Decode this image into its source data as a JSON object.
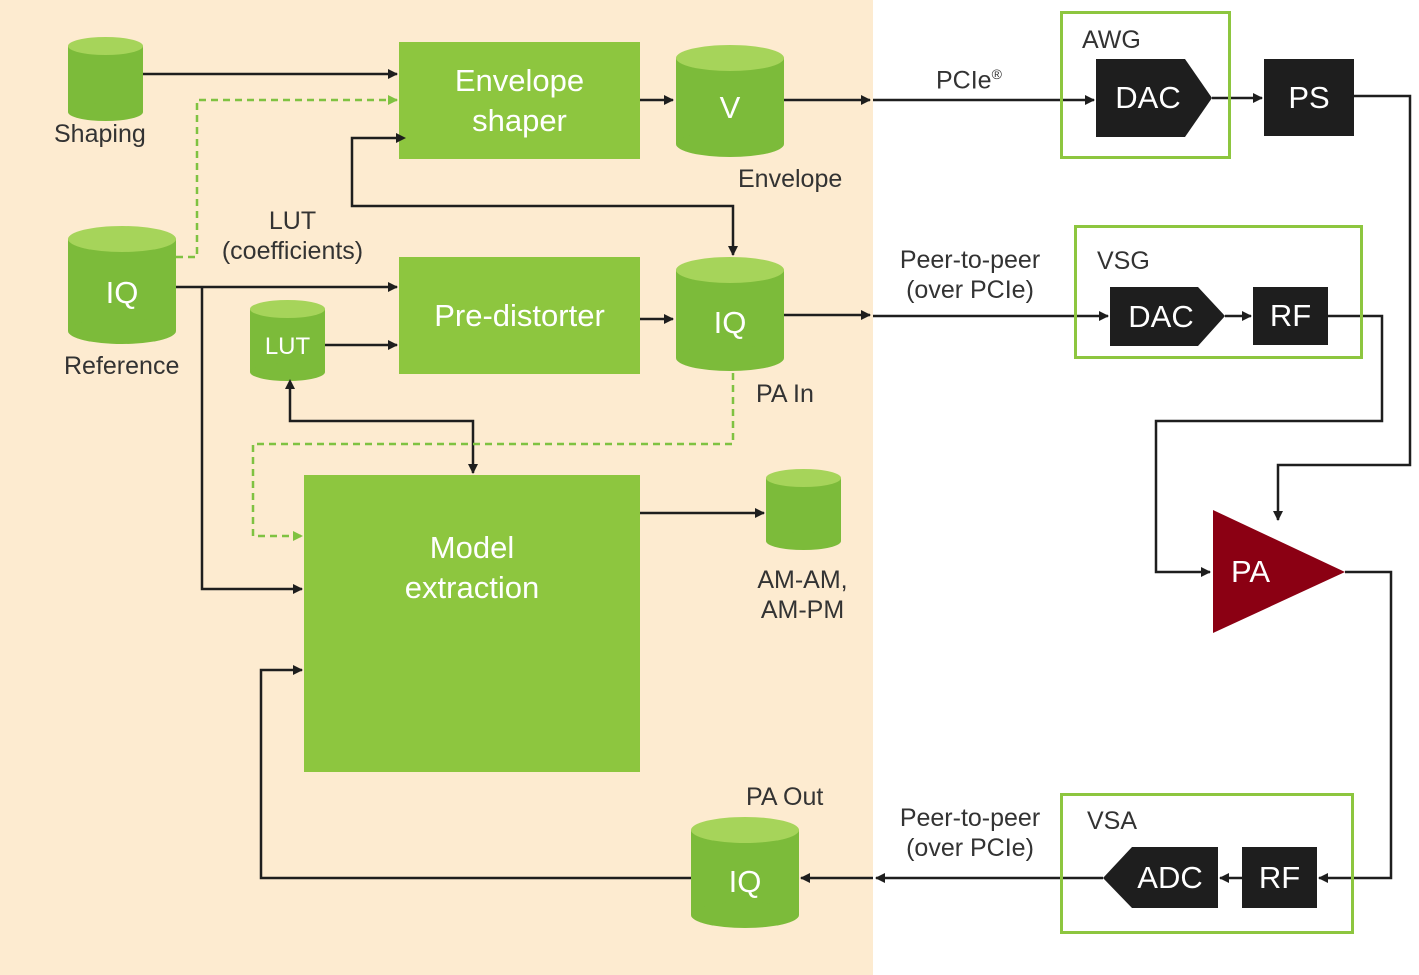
{
  "colors": {
    "background_panel": "#fdebd0",
    "green_block": "#8dc63f",
    "green_cylinder_side": "#7cbb3a",
    "green_cylinder_top": "#a6d45a",
    "dark_block": "#1e1e1e",
    "pa": "#8b0013",
    "arrow": "#1e1e1e",
    "dashed_arrow": "#7fc241"
  },
  "blocks": {
    "envelope_shaper": "Envelope\nshaper",
    "pre_distorter": "Pre-distorter",
    "model_extraction": "Model\nextraction"
  },
  "cylinders": {
    "shaping": {
      "label": "Shaping"
    },
    "v": {
      "text": "V",
      "label": "Envelope"
    },
    "reference": {
      "text": "IQ",
      "label": "Reference"
    },
    "lut": {
      "text": "LUT"
    },
    "pa_in": {
      "text": "IQ",
      "label": "PA In"
    },
    "am": {
      "label": "AM-AM,\nAM-PM"
    },
    "pa_out": {
      "text": "IQ",
      "label": "PA Out"
    }
  },
  "connections": {
    "lut_coefficients": "LUT\n(coefficients)",
    "pcie": "PCIe",
    "pcie_mark": "®",
    "peer_to_peer_top": "Peer-to-peer\n(over PCIe)",
    "peer_to_peer_bottom": "Peer-to-peer\n(over PCIe)"
  },
  "instruments": {
    "awg": {
      "title": "AWG",
      "dac": "DAC",
      "ps": "PS"
    },
    "vsg": {
      "title": "VSG",
      "dac": "DAC",
      "rf": "RF"
    },
    "vsa": {
      "title": "VSA",
      "adc": "ADC",
      "rf": "RF"
    },
    "pa": "PA"
  }
}
